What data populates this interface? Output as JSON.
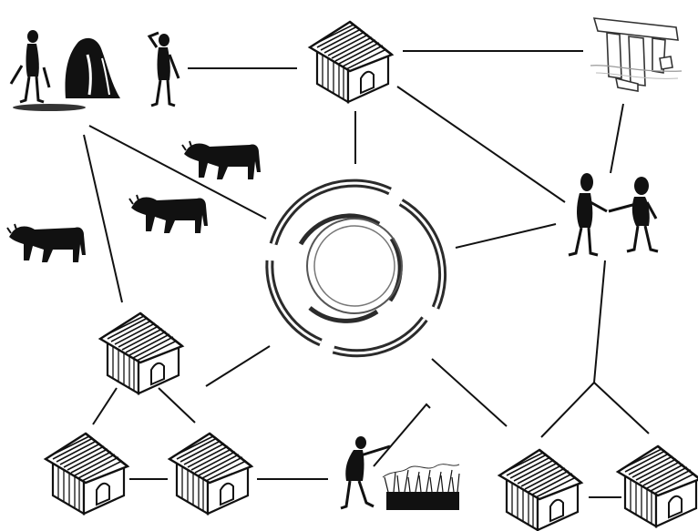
{
  "diagram": {
    "background": "#ffffff",
    "ink": "#111111",
    "enclosure_color": "#2b2b2b",
    "nodes": [
      {
        "id": "herders",
        "icon": "stone-age-people-icon"
      },
      {
        "id": "house-top",
        "icon": "hut-icon"
      },
      {
        "id": "megalith",
        "icon": "dolmen-icon"
      },
      {
        "id": "traders",
        "icon": "handshake-people-icon"
      },
      {
        "id": "causewayed-enclosure",
        "icon": "enclosure-icon"
      },
      {
        "id": "house-left",
        "icon": "hut-icon"
      },
      {
        "id": "house-bottom-1",
        "icon": "hut-icon"
      },
      {
        "id": "house-bottom-2",
        "icon": "hut-icon"
      },
      {
        "id": "farmer",
        "icon": "farmer-with-hoe-icon"
      },
      {
        "id": "field",
        "icon": "crop-field-icon"
      },
      {
        "id": "house-bottom-right-1",
        "icon": "hut-icon"
      },
      {
        "id": "house-bottom-right-2",
        "icon": "hut-icon"
      },
      {
        "id": "cattle",
        "icon": "cow-icon",
        "count": 3
      }
    ],
    "links": [
      [
        "herders",
        "house-top"
      ],
      [
        "house-top",
        "megalith"
      ],
      [
        "house-top",
        "causewayed-enclosure"
      ],
      [
        "house-top",
        "traders"
      ],
      [
        "herders",
        "causewayed-enclosure"
      ],
      [
        "herders",
        "house-left"
      ],
      [
        "megalith",
        "traders"
      ],
      [
        "traders",
        "causewayed-enclosure"
      ],
      [
        "traders",
        "house-bottom-right-1"
      ],
      [
        "traders",
        "house-bottom-right-2"
      ],
      [
        "house-left",
        "causewayed-enclosure"
      ],
      [
        "house-left",
        "house-bottom-1"
      ],
      [
        "house-left",
        "house-bottom-2"
      ],
      [
        "house-bottom-1",
        "house-bottom-2"
      ],
      [
        "house-bottom-2",
        "farmer"
      ],
      [
        "causewayed-enclosure",
        "house-bottom-right-1"
      ],
      [
        "house-bottom-right-1",
        "house-bottom-right-2"
      ]
    ]
  }
}
